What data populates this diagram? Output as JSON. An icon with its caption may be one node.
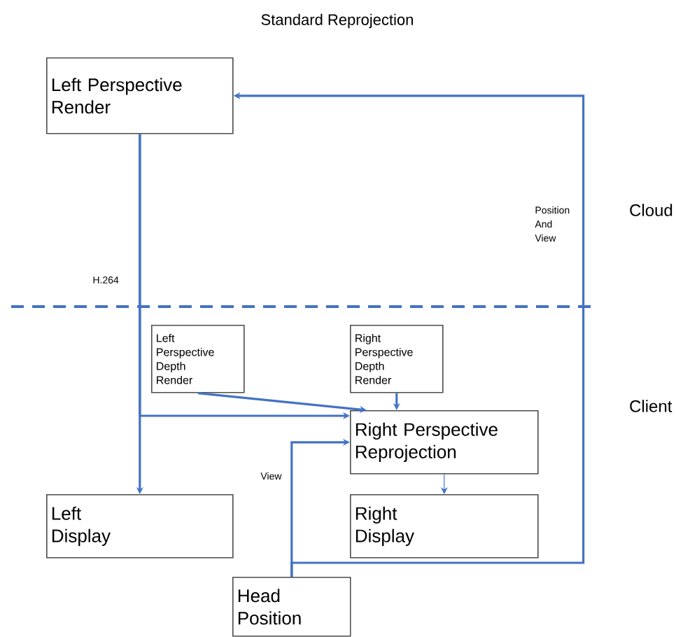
{
  "diagram": {
    "title": "Standard Reprojection",
    "nodes": [
      {
        "text": [
          "Left Perspective Render"
        ]
      },
      {
        "text": [
          "Left Perspective Depth Render"
        ]
      },
      {
        "text": [
          "Right Perspective Depth Render"
        ]
      },
      {
        "text": [
          "Right Perspective Reprojection"
        ]
      },
      {
        "text": [
          "Left Display"
        ]
      },
      {
        "text": [
          "Right Display"
        ]
      },
      {
        "text": [
          "Head Position"
        ]
      }
    ],
    "edges": [
      {
        "from": 0,
        "to": 4,
        "arrow": "to",
        "label": "H.264"
      },
      {
        "from": 0,
        "to": 3,
        "arrow": "to"
      },
      {
        "from": 1,
        "to": 3,
        "arrow": "to"
      },
      {
        "from": 2,
        "to": 3,
        "arrow": "to"
      },
      {
        "from": 6,
        "to": 3,
        "arrow": "to",
        "label": "View"
      },
      {
        "from": 6,
        "to": 0,
        "arrow": "to",
        "label": "Position And View"
      },
      {
        "from": 3,
        "to": 5,
        "arrow": "to"
      }
    ],
    "labels": [
      "Cloud",
      "Client"
    ]
  }
}
